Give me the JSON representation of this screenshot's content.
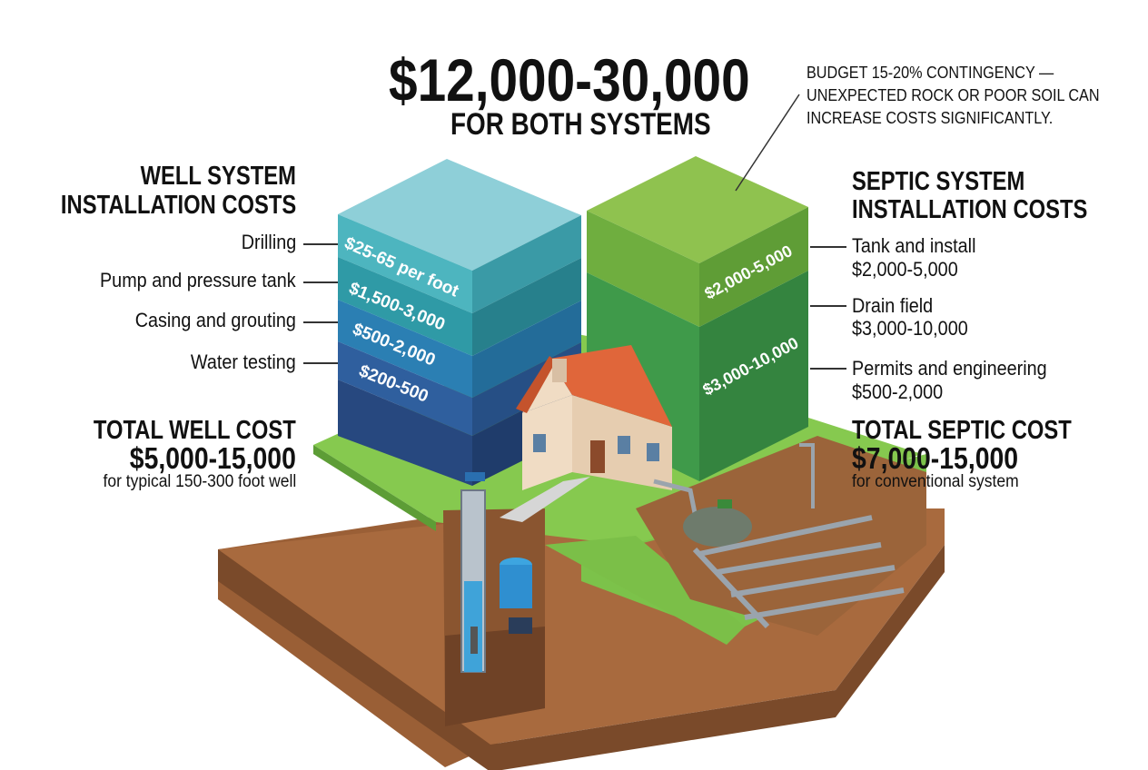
{
  "header": {
    "total_range": "$12,000-30,000",
    "total_caption": "FOR BOTH SYSTEMS"
  },
  "note": {
    "line1": "BUDGET 15-20% CONTINGENCY —",
    "line2": "UNEXPECTED ROCK OR POOR SOIL CAN",
    "line3": "INCREASE COSTS SIGNIFICANTLY."
  },
  "well": {
    "heading_line1": "WELL SYSTEM",
    "heading_line2": "INSTALLATION COSTS",
    "items": [
      {
        "label": "Drilling",
        "value": "$25-65 per foot"
      },
      {
        "label": "Pump and pressure tank",
        "value": "$1,500-3,000"
      },
      {
        "label": "Casing and grouting",
        "value": "$500-2,000"
      },
      {
        "label": "Water testing",
        "value": "$200-500"
      }
    ],
    "total_label": "TOTAL WELL COST",
    "total_value": "$5,000-15,000",
    "total_note": "for typical 150-300 foot well"
  },
  "septic": {
    "heading_line1": "SEPTIC SYSTEM",
    "heading_line2": "INSTALLATION COSTS",
    "items": [
      {
        "label": "Tank and install",
        "value": "$2,000-5,000"
      },
      {
        "label": "Drain field",
        "value": "$3,000-10,000"
      },
      {
        "label": "Permits and engineering",
        "value": "$500-2,000"
      }
    ],
    "block_values": [
      "$2,000-5,000",
      "$3,000-10,000"
    ],
    "total_label": "TOTAL SEPTIC COST",
    "total_value": "$7,000-15,000",
    "total_note": "for conventional system"
  },
  "colors": {
    "well_top": "#8ecfd8",
    "well_layer1": "#2f9aa6",
    "well_layer2": "#2b7fb3",
    "well_layer3": "#2f5f9e",
    "well_layer4": "#27487f",
    "septic_top": "#8fc24f",
    "septic_side": "#3f9a4a",
    "grass": "#7cc24a",
    "soil": "#a86a3e",
    "roof": "#e0663a"
  }
}
